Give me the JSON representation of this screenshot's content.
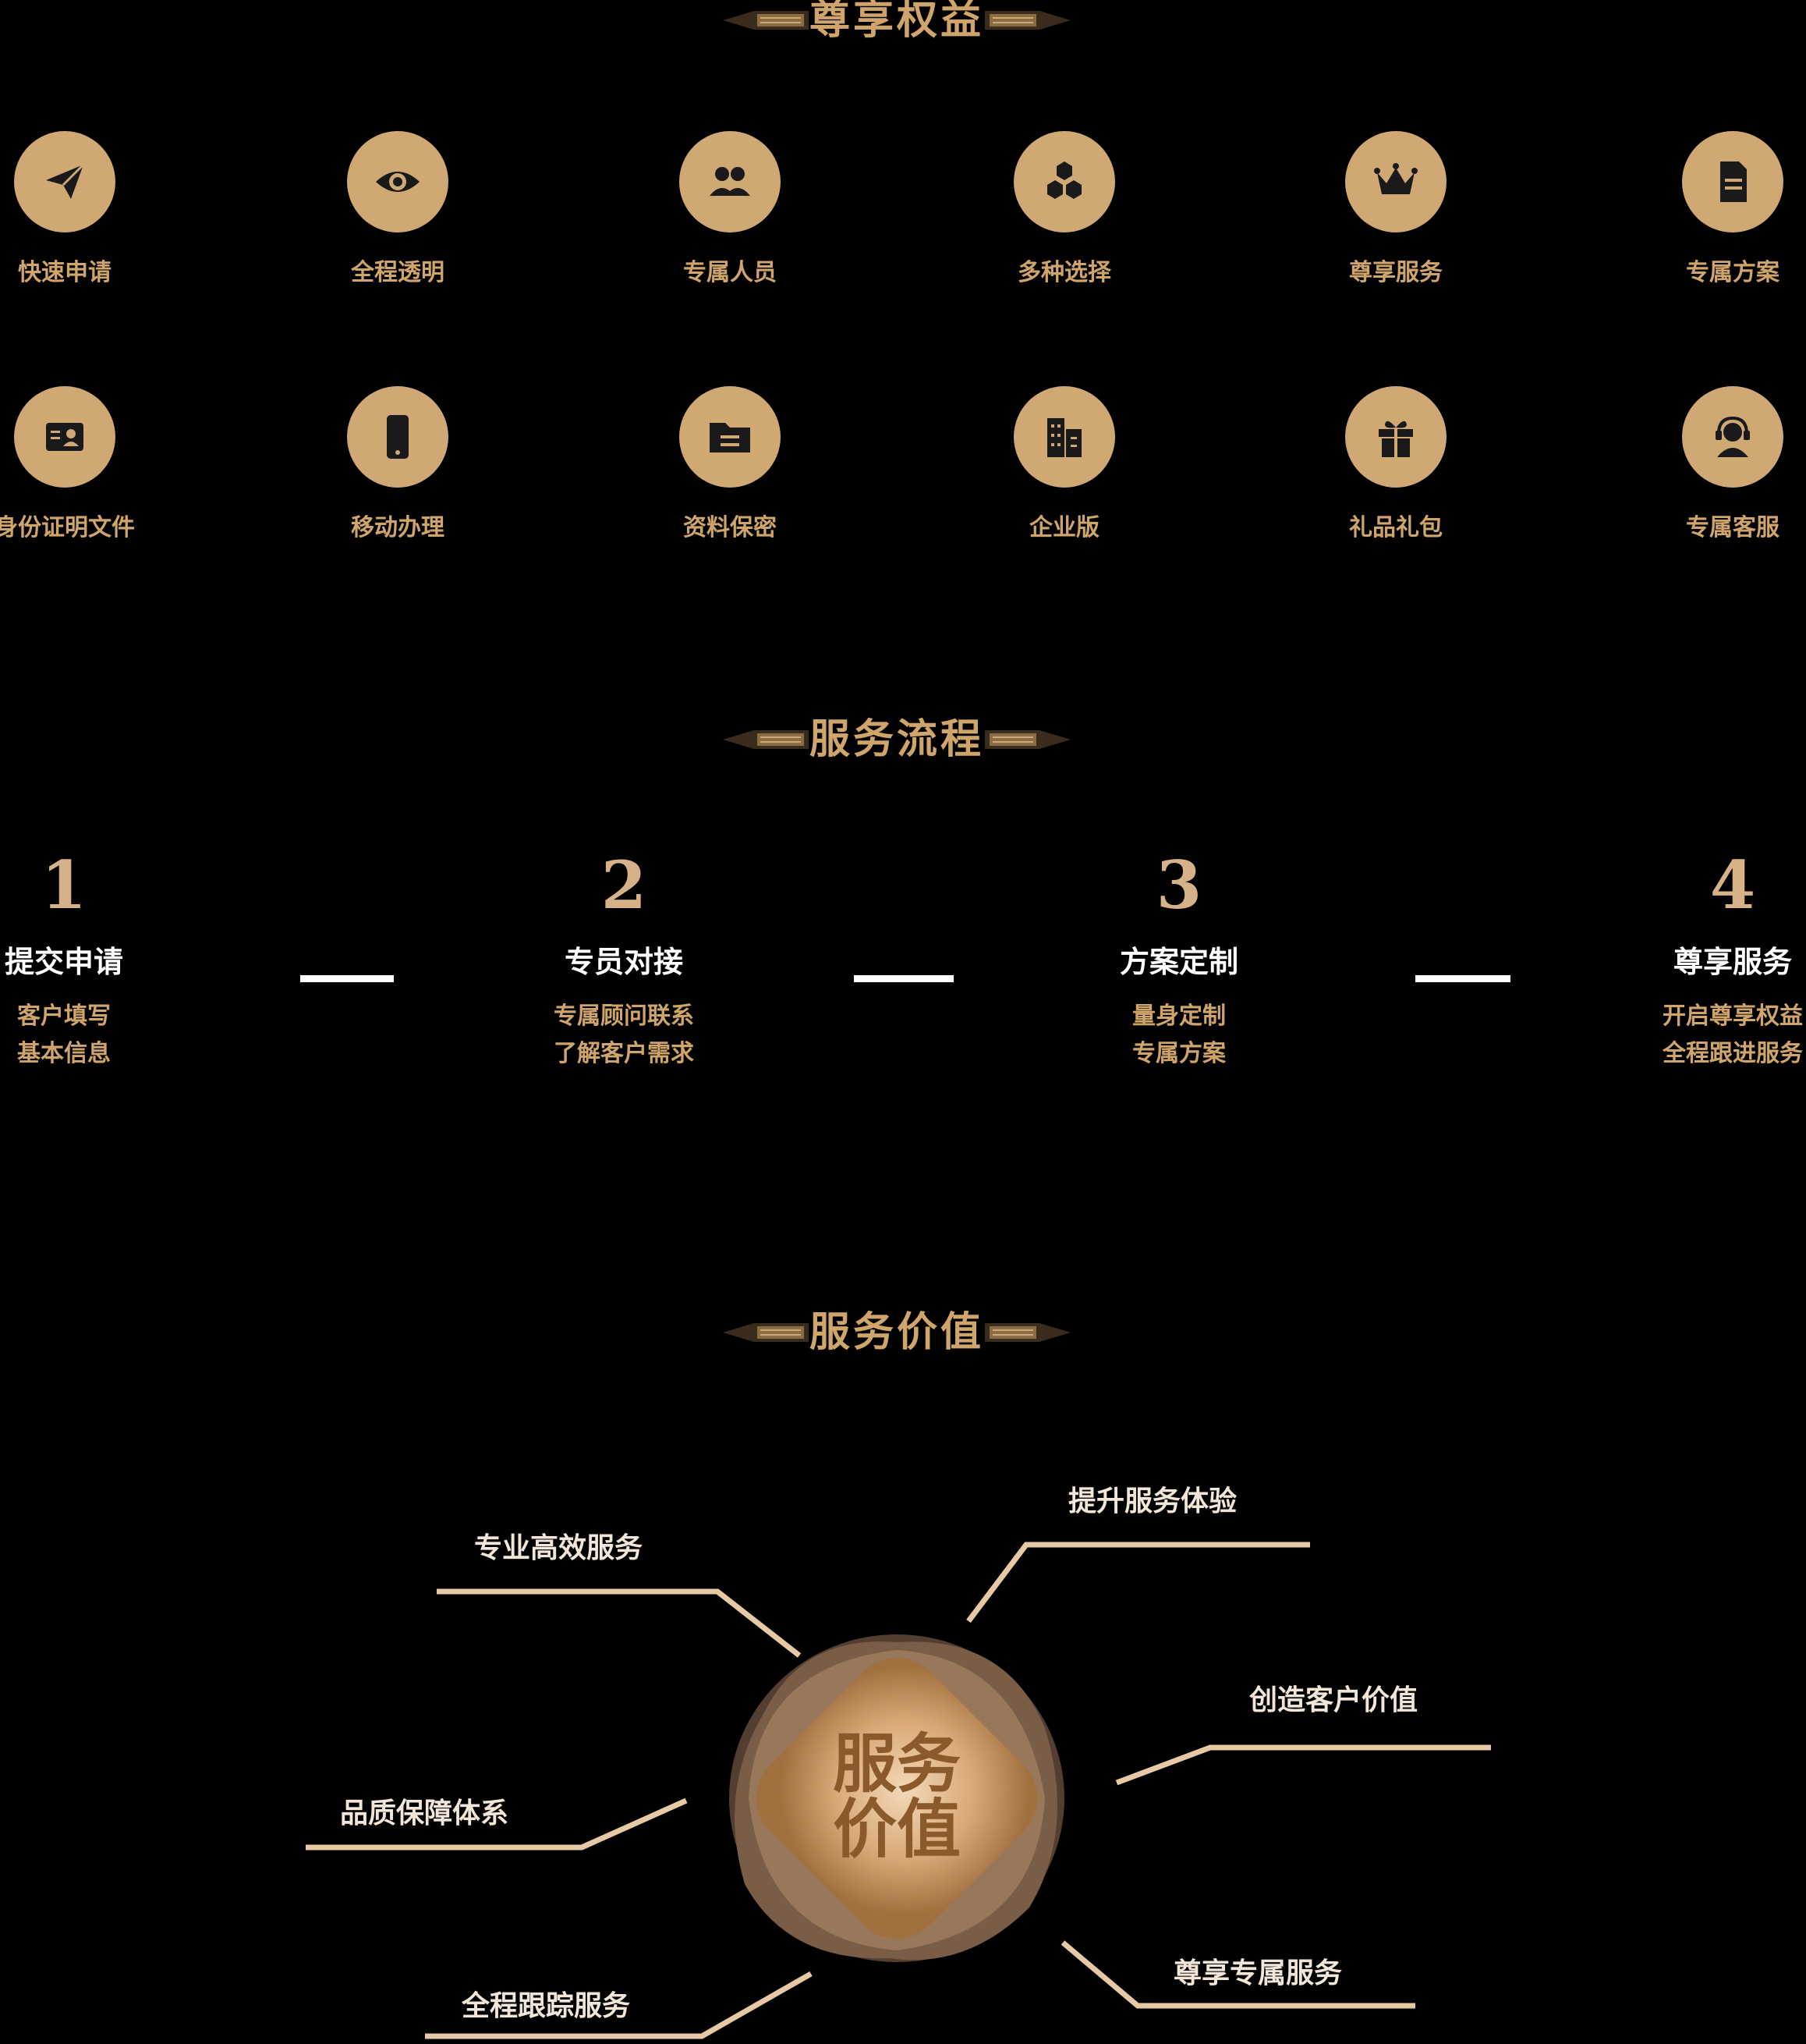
{
  "sections": {
    "benefits_title": "尊享权益",
    "process_title": "服务流程",
    "value_title": "服务价值"
  },
  "colors": {
    "gold": "#cfa874",
    "background": "#000000",
    "label_gold": "#cfa56b",
    "cream": "#f2e6d8"
  },
  "benefits": [
    {
      "label": "快速申请",
      "icon": "paper-plane-icon"
    },
    {
      "label": "全程透明",
      "icon": "eye-icon"
    },
    {
      "label": "专属人员",
      "icon": "users-icon"
    },
    {
      "label": "多种选择",
      "icon": "hexagons-icon"
    },
    {
      "label": "尊享服务",
      "icon": "crown-icon"
    },
    {
      "label": "专属方案",
      "icon": "document-icon"
    },
    {
      "label": "身份证明文件",
      "icon": "id-card-icon"
    },
    {
      "label": "移动办理",
      "icon": "phone-icon"
    },
    {
      "label": "资料保密",
      "icon": "folder-icon"
    },
    {
      "label": "企业版",
      "icon": "building-icon"
    },
    {
      "label": "礼品礼包",
      "icon": "gift-icon"
    },
    {
      "label": "专属客服",
      "icon": "headset-icon"
    }
  ],
  "steps": [
    {
      "num": "1",
      "title": "提交申请",
      "desc1": "客户填写",
      "desc2": "基本信息"
    },
    {
      "num": "2",
      "title": "专员对接",
      "desc1": "专属顾问联系",
      "desc2": "了解客户需求"
    },
    {
      "num": "3",
      "title": "方案定制",
      "desc1": "量身定制",
      "desc2": "专属方案"
    },
    {
      "num": "4",
      "title": "尊享服务",
      "desc1": "开启尊享权益",
      "desc2": "全程跟进服务"
    }
  ],
  "values": {
    "center": "服务价值",
    "items": [
      {
        "label": "专业高效服务"
      },
      {
        "label": "提升服务体验"
      },
      {
        "label": "创造客户价值"
      },
      {
        "label": "品质保障体系"
      },
      {
        "label": "尊享专属服务"
      },
      {
        "label": "全程跟踪服务"
      }
    ]
  }
}
